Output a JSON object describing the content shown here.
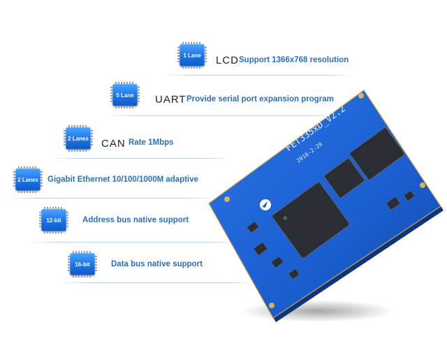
{
  "features": [
    {
      "chip": "1 Lane",
      "name": "LCD",
      "desc": "Support 1366x768 resolution"
    },
    {
      "chip": "5 Lane",
      "name": "UART",
      "desc": "Provide serial port expansion program"
    },
    {
      "chip": "2 Lanes",
      "name": "CAN",
      "desc": "Rate 1Mbps"
    },
    {
      "chip": "2 Lanes",
      "name": "",
      "desc": "Gigabit Ethernet 10/100/1000M adaptive"
    },
    {
      "chip": "12-bit",
      "name": "",
      "desc": "Address bus native support"
    },
    {
      "chip": "16-bit",
      "name": "",
      "desc": "Data bus native support"
    }
  ],
  "board": {
    "model": "FET335xD_V2.2",
    "date": "2016-2-29",
    "colors": {
      "pcb": "#1a5ed0",
      "pcb_dark": "#0f3f9a",
      "chip": "#2a2d33"
    }
  }
}
